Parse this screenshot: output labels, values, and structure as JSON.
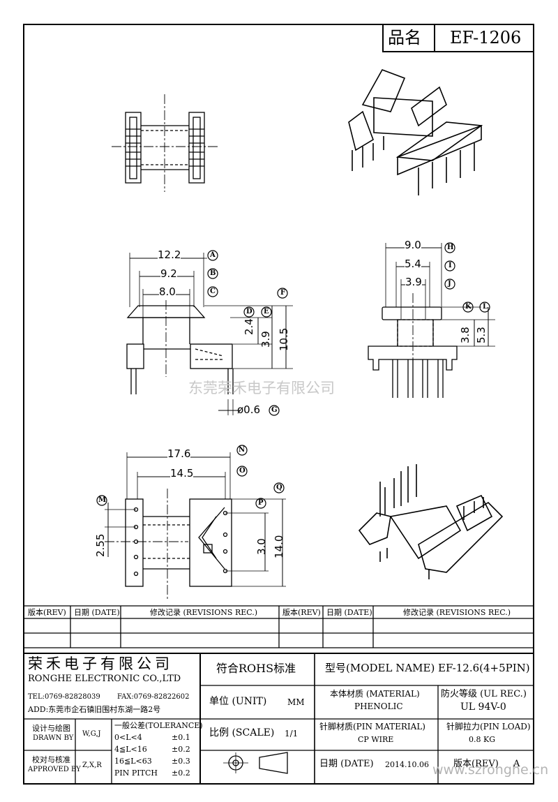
{
  "header": {
    "pin_label": "品名",
    "part_no": "EF-1206"
  },
  "dims": {
    "top_w": "12.2",
    "top_b": "9.2",
    "top_c": "8.0",
    "h_d": "2.4",
    "h_e": "3.9",
    "h_f": "10.5",
    "pin_d": "ø0.6",
    "side_h": "9.0",
    "side_i": "5.4",
    "side_j": "3.9",
    "side_k": "3.8",
    "side_l": "5.3",
    "bot_n": "17.6",
    "bot_o": "14.5",
    "bot_m": "2.55",
    "bot_p": "3.0",
    "bot_q": "14.0"
  },
  "markers": {
    "A": "A",
    "B": "B",
    "C": "C",
    "D": "D",
    "E": "E",
    "F": "F",
    "G": "G",
    "H": "H",
    "I": "I",
    "J": "J",
    "K": "K",
    "L": "L",
    "M": "M",
    "N": "N",
    "O": "O",
    "P": "P",
    "Q": "Q"
  },
  "watermark": {
    "center": "东莞荣禾电子有限公司",
    "corner": "www.szronghe.cn"
  },
  "revisions": {
    "left": {
      "rev": "版本(REV)",
      "date": "日期 (DATE)",
      "rec": "修改记录 (REVISIONS REC.)"
    },
    "right": {
      "rev": "版本(REV)",
      "date": "日期 (DATE)",
      "rec": "修改记录 (REVISIONS REC.)"
    }
  },
  "company": {
    "cn": "荣禾电子有限公司",
    "en": "RONGHE ELECTRONIC CO.,LTD",
    "tel": "TEL:0769-82828039",
    "fax": "FAX:0769-82822602",
    "add": "ADD:东莞市企石镇旧围村东湖一路2号"
  },
  "sign": {
    "design_cn": "设计与绘图",
    "design_en": "DRAWN BY",
    "design_by": "W,G,J",
    "check_cn": "校对与核准",
    "check_en": "APPROVED BY",
    "check_by": "Z,X,R"
  },
  "tolerance": {
    "title": "一般公差(TOLERANCE)",
    "rows": [
      {
        "range": "0<L<4",
        "val": "±0.1"
      },
      {
        "range": "4≦L<16",
        "val": "±0.2"
      },
      {
        "range": "16≦L<63",
        "val": "±0.3"
      },
      {
        "range": "PIN PITCH",
        "val": "±0.2"
      }
    ]
  },
  "info": {
    "rohs": "符合ROHS标准",
    "unit_label": "单位 (UNIT)",
    "unit_val": "MM",
    "scale_label": "比例 (SCALE)",
    "scale_val": "1/1",
    "model_label": "型号(MODEL NAME)",
    "model_val": "EF-12.6(4+5PIN)",
    "material_label": "本体材质 (MATERIAL)",
    "material_val": "PHENOLIC",
    "fire_label": "防火等级 (UL REC.)",
    "fire_val": "UL 94V-0",
    "pin_mat_label": "针脚材质(PIN MATERIAL)",
    "pin_mat_val": "CP WIRE",
    "pin_load_label": "针脚拉力(PIN LOAD)",
    "pin_load_val": "0.8 KG",
    "date_label": "日期 (DATE)",
    "date_val": "2014.10.06",
    "rev_label": "版本(REV)",
    "rev_val": "A"
  }
}
